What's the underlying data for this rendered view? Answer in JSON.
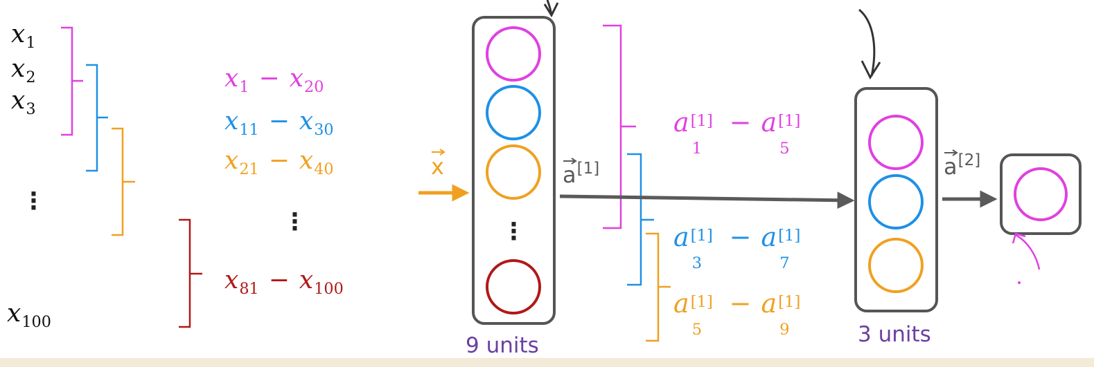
{
  "inputs": {
    "x1": {
      "sym": "x",
      "sub": "1"
    },
    "x2": {
      "sym": "x",
      "sub": "2"
    },
    "x3": {
      "sym": "x",
      "sub": "3"
    },
    "x100": {
      "sym": "x",
      "sub": "100"
    }
  },
  "ranges": [
    {
      "from_sym": "x",
      "from_sub": "1",
      "to_sym": "x",
      "to_sub": "20",
      "color": "#e040e0"
    },
    {
      "from_sym": "x",
      "from_sub": "11",
      "to_sym": "x",
      "to_sub": "30",
      "color": "#1e90e6"
    },
    {
      "from_sym": "x",
      "from_sub": "21",
      "to_sym": "x",
      "to_sub": "40",
      "color": "#f0a020"
    },
    {
      "from_sym": "x",
      "from_sub": "81",
      "to_sym": "x",
      "to_sub": "100",
      "color": "#b01818"
    }
  ],
  "activation_ranges": [
    {
      "from_sym": "a",
      "from_sub": "1",
      "to_sym": "a",
      "to_sub": "5",
      "sup": "[1]",
      "color": "#e040e0"
    },
    {
      "from_sym": "a",
      "from_sub": "3",
      "to_sym": "a",
      "to_sub": "7",
      "sup": "[1]",
      "color": "#1e90e6"
    },
    {
      "from_sym": "a",
      "from_sub": "5",
      "to_sym": "a",
      "to_sub": "9",
      "sup": "[1]",
      "color": "#f0a020"
    }
  ],
  "vectors": {
    "x": {
      "text": "x",
      "color": "#f0a020"
    },
    "a1": {
      "text": "a",
      "sup": "[1]",
      "color": "#5a5a5a"
    },
    "a2": {
      "text": "a",
      "sup": "[2]",
      "color": "#5a5a5a"
    }
  },
  "layer1": {
    "units_label": "9 units",
    "neuron_colors": [
      "#e040e0",
      "#1e90e6",
      "#f0a020",
      "#b01818"
    ]
  },
  "layer2": {
    "units_label": "3 units",
    "neuron_colors": [
      "#e040e0",
      "#1e90e6",
      "#f0a020"
    ]
  },
  "output": {
    "neuron_colors": [
      "#e040e0"
    ]
  },
  "colors": {
    "magenta": "#e040e0",
    "blue": "#1e90e6",
    "orange": "#f0a020",
    "darkred": "#b01818",
    "box": "#555555",
    "arrow": "#5a5a5a",
    "units_text": "#6b3fa0",
    "annotation": "#333333"
  }
}
